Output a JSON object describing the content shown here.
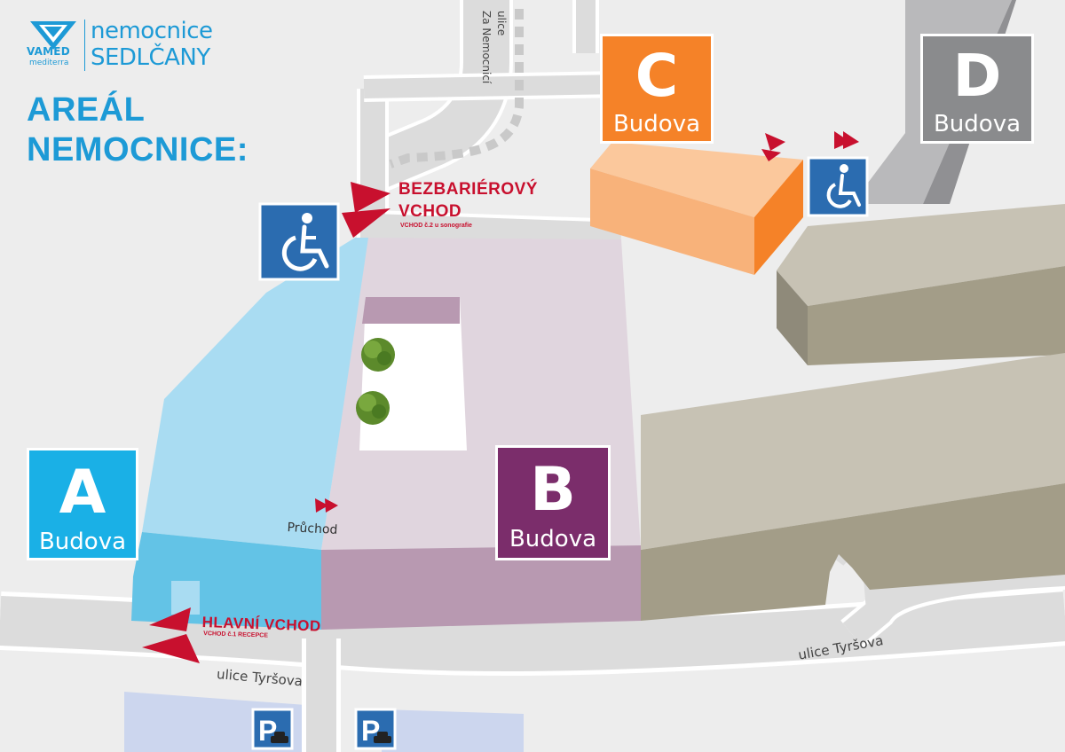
{
  "logo": {
    "brand": "VAMED",
    "brand_sub": "mediterra",
    "name_line1": "nemocnice",
    "name_line2": "SEDLČANY"
  },
  "title": {
    "line1": "AREÁL",
    "line2": "NEMOCNICE:"
  },
  "buildings": {
    "a": {
      "letter": "A",
      "word": "Budova"
    },
    "b": {
      "letter": "B",
      "word": "Budova"
    },
    "c": {
      "letter": "C",
      "word": "Budova"
    },
    "d": {
      "letter": "D",
      "word": "Budova"
    }
  },
  "entrances": {
    "barrier_free": {
      "line1": "BEZBARIÉROVÝ",
      "line2": "VCHOD",
      "sub": "VCHOD č.2 u sonografie"
    },
    "main": {
      "label": "HLAVNÍ VCHOD",
      "sub": "VCHOD č.1 RECEPCE"
    }
  },
  "labels": {
    "passage": "Průchod"
  },
  "streets": {
    "tyrsova_left": "ulice Tyršova",
    "tyrsova_right": "ulice Tyršova",
    "za_nemocnici_1": "ulice",
    "za_nemocnici_2": "Za Nemocnicí"
  },
  "icons": {
    "wheelchair": "wheelchair-icon",
    "parking": "parking-icon",
    "car": "car-icon",
    "arrow": "entrance-arrow-icon",
    "tree": "tree-icon"
  },
  "colors": {
    "brand_blue": "#1d9ad6",
    "building_a": "#1ab0e6",
    "building_b": "#7b2d6b",
    "building_c": "#f58228",
    "building_d": "#8a8b8d",
    "entrance_red": "#c8102e",
    "accessibility_blue": "#2b6cb0"
  }
}
